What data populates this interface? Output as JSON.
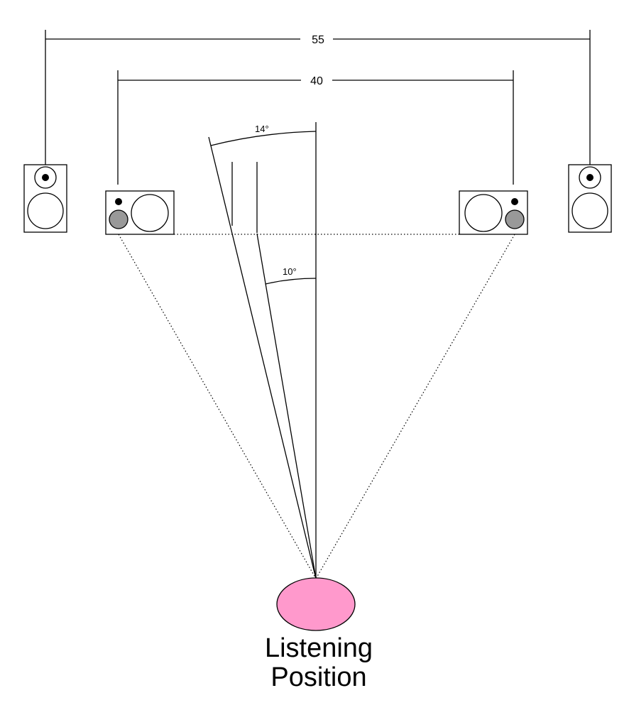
{
  "dimensions": {
    "outer_width_label": "55",
    "inner_width_label": "40"
  },
  "angles": {
    "outer_angle_label": "14°",
    "inner_angle_label": "10°"
  },
  "listener": {
    "caption_line1": "Listening",
    "caption_line2": "Position",
    "color": "#ff99cc"
  },
  "colors": {
    "tweeter_grey": "#999999",
    "tweeter_black": "#000000"
  }
}
